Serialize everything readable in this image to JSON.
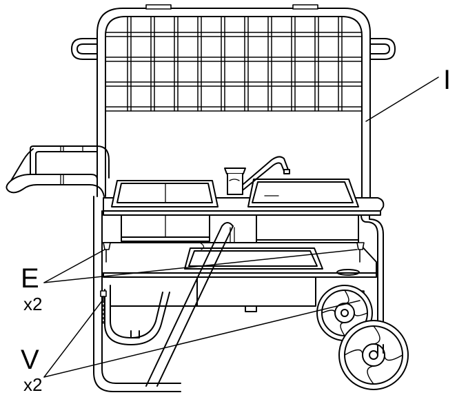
{
  "labels": {
    "part_i": "I",
    "part_e": "E",
    "qty_e": "x2",
    "part_v": "V",
    "qty_v": "x2"
  },
  "colors": {
    "line": "#000000",
    "background": "#ffffff",
    "fill_light": "#f2f2f2"
  }
}
